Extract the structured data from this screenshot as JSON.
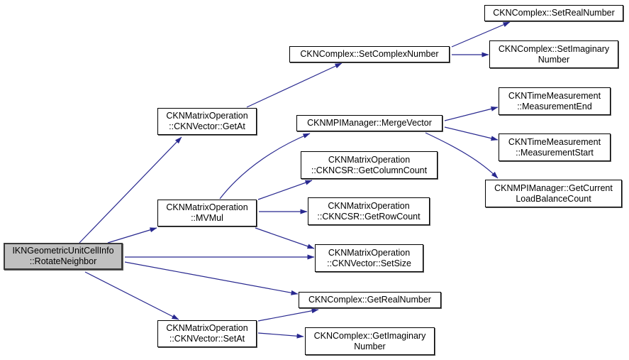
{
  "graph": {
    "type": "call-graph",
    "edge_color": "#28288f",
    "node_fill": "#ffffff",
    "node_border_color": "#000000",
    "root_fill": "#c0c0c0",
    "nodes": [
      {
        "id": "rotateneighbor",
        "lines": [
          "IKNGeometricUnitCellInfo",
          "::RotateNeighbor"
        ],
        "is_root": true
      },
      {
        "id": "getat",
        "lines": [
          "CKNMatrixOperation",
          "::CKNVector::GetAt"
        ]
      },
      {
        "id": "mvmul",
        "lines": [
          "CKNMatrixOperation",
          "::MVMul"
        ]
      },
      {
        "id": "setat",
        "lines": [
          "CKNMatrixOperation",
          "::CKNVector::SetAt"
        ]
      },
      {
        "id": "setcomplexnumber",
        "lines": [
          "CKNComplex::SetComplexNumber"
        ]
      },
      {
        "id": "mergevector",
        "lines": [
          "CKNMPIManager::MergeVector"
        ]
      },
      {
        "id": "getcolumncount",
        "lines": [
          "CKNMatrixOperation",
          "::CKNCSR::GetColumnCount"
        ]
      },
      {
        "id": "getrowcount",
        "lines": [
          "CKNMatrixOperation",
          "::CKNCSR::GetRowCount"
        ]
      },
      {
        "id": "setsize",
        "lines": [
          "CKNMatrixOperation",
          "::CKNVector::SetSize"
        ]
      },
      {
        "id": "getrealnumber",
        "lines": [
          "CKNComplex::GetRealNumber"
        ]
      },
      {
        "id": "getimaginarynumber",
        "lines": [
          "CKNComplex::GetImaginary",
          "Number"
        ]
      },
      {
        "id": "setrealnumber",
        "lines": [
          "CKNComplex::SetRealNumber"
        ]
      },
      {
        "id": "setimaginarynumber",
        "lines": [
          "CKNComplex::SetImaginary",
          "Number"
        ]
      },
      {
        "id": "measurementend",
        "lines": [
          "CKNTimeMeasurement",
          "::MeasurementEnd"
        ]
      },
      {
        "id": "measurementstart",
        "lines": [
          "CKNTimeMeasurement",
          "::MeasurementStart"
        ]
      },
      {
        "id": "getcurrentloadbalance",
        "lines": [
          "CKNMPIManager::GetCurrent",
          "LoadBalanceCount"
        ]
      }
    ],
    "edges": [
      {
        "from": "rotateneighbor",
        "to": "getat"
      },
      {
        "from": "rotateneighbor",
        "to": "mvmul"
      },
      {
        "from": "rotateneighbor",
        "to": "setsize"
      },
      {
        "from": "rotateneighbor",
        "to": "getrealnumber"
      },
      {
        "from": "rotateneighbor",
        "to": "setat"
      },
      {
        "from": "getat",
        "to": "setcomplexnumber"
      },
      {
        "from": "setcomplexnumber",
        "to": "setrealnumber"
      },
      {
        "from": "setcomplexnumber",
        "to": "setimaginarynumber"
      },
      {
        "from": "mvmul",
        "to": "mergevector"
      },
      {
        "from": "mvmul",
        "to": "getcolumncount"
      },
      {
        "from": "mvmul",
        "to": "getrowcount"
      },
      {
        "from": "mvmul",
        "to": "setsize"
      },
      {
        "from": "mergevector",
        "to": "measurementend"
      },
      {
        "from": "mergevector",
        "to": "measurementstart"
      },
      {
        "from": "mergevector",
        "to": "getcurrentloadbalance"
      },
      {
        "from": "setat",
        "to": "getrealnumber"
      },
      {
        "from": "setat",
        "to": "getimaginarynumber"
      }
    ]
  }
}
